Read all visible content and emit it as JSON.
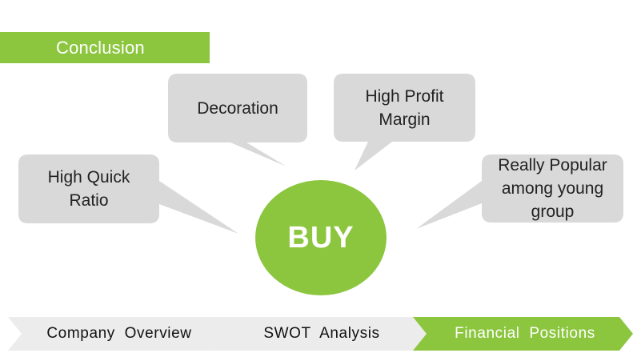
{
  "header": {
    "title": "Conclusion"
  },
  "center": {
    "label": "BUY",
    "color": "#8cc63f"
  },
  "bubbles": [
    {
      "lines": [
        "Decoration"
      ]
    },
    {
      "lines": [
        "High Profit",
        "Margin"
      ]
    },
    {
      "lines": [
        "High Quick",
        "Ratio"
      ]
    },
    {
      "lines": [
        "Really Popular",
        "among young",
        "group"
      ]
    }
  ],
  "process": {
    "steps": [
      {
        "label": "Company  Overview",
        "active": false
      },
      {
        "label": "SWOT  Analysis",
        "active": false
      },
      {
        "label": "Financial  Positions",
        "active": true
      }
    ],
    "inactive_color": "#ececec",
    "active_color": "#8cc63f"
  },
  "colors": {
    "bubble_fill": "#d9d9d9",
    "text": "#222222",
    "accent": "#8cc63f"
  }
}
